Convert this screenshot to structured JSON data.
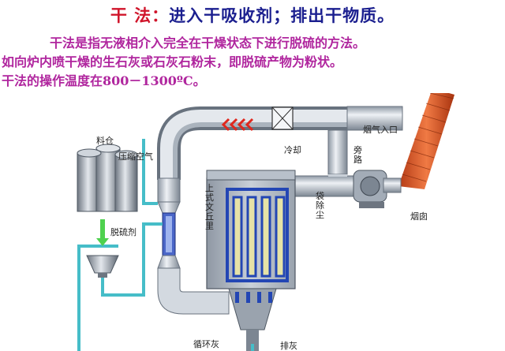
{
  "header": {
    "title_keyword": "干 法：",
    "title_text": "进入干吸收剂；排出干物质。"
  },
  "description": {
    "line1": "干法是指无液相介入完全在干燥状态下进行脱硫的方法。",
    "line2": "如向炉内喷干燥的生石灰或石灰石粉末，即脱硫产物为粉状。",
    "line3": "干法的操作温度在800－1300ºC。"
  },
  "labels": {
    "feed_bin": "料仓",
    "compressed_air": "压缩空气",
    "desulfurizer": "脱硫剂",
    "venturi": "上式文丘里",
    "cooling": "冷却",
    "flue_inlet": "烟气入口",
    "bypass": "旁路",
    "chimney": "烟囱",
    "bag_filter": "袋除尘",
    "recycle_ash": "循环灰",
    "discharge_ash": "排灰"
  },
  "colors": {
    "heading_red": "#d0142a",
    "heading_blue": "#1b1f8f",
    "text_magenta": "#b0269e",
    "duct": "#c4ccd6",
    "pipe_teal": "#46bdc8",
    "chimney": "#d9542a",
    "filter_bag": "#e6e2a6",
    "filter_frame": "#2346b4"
  }
}
